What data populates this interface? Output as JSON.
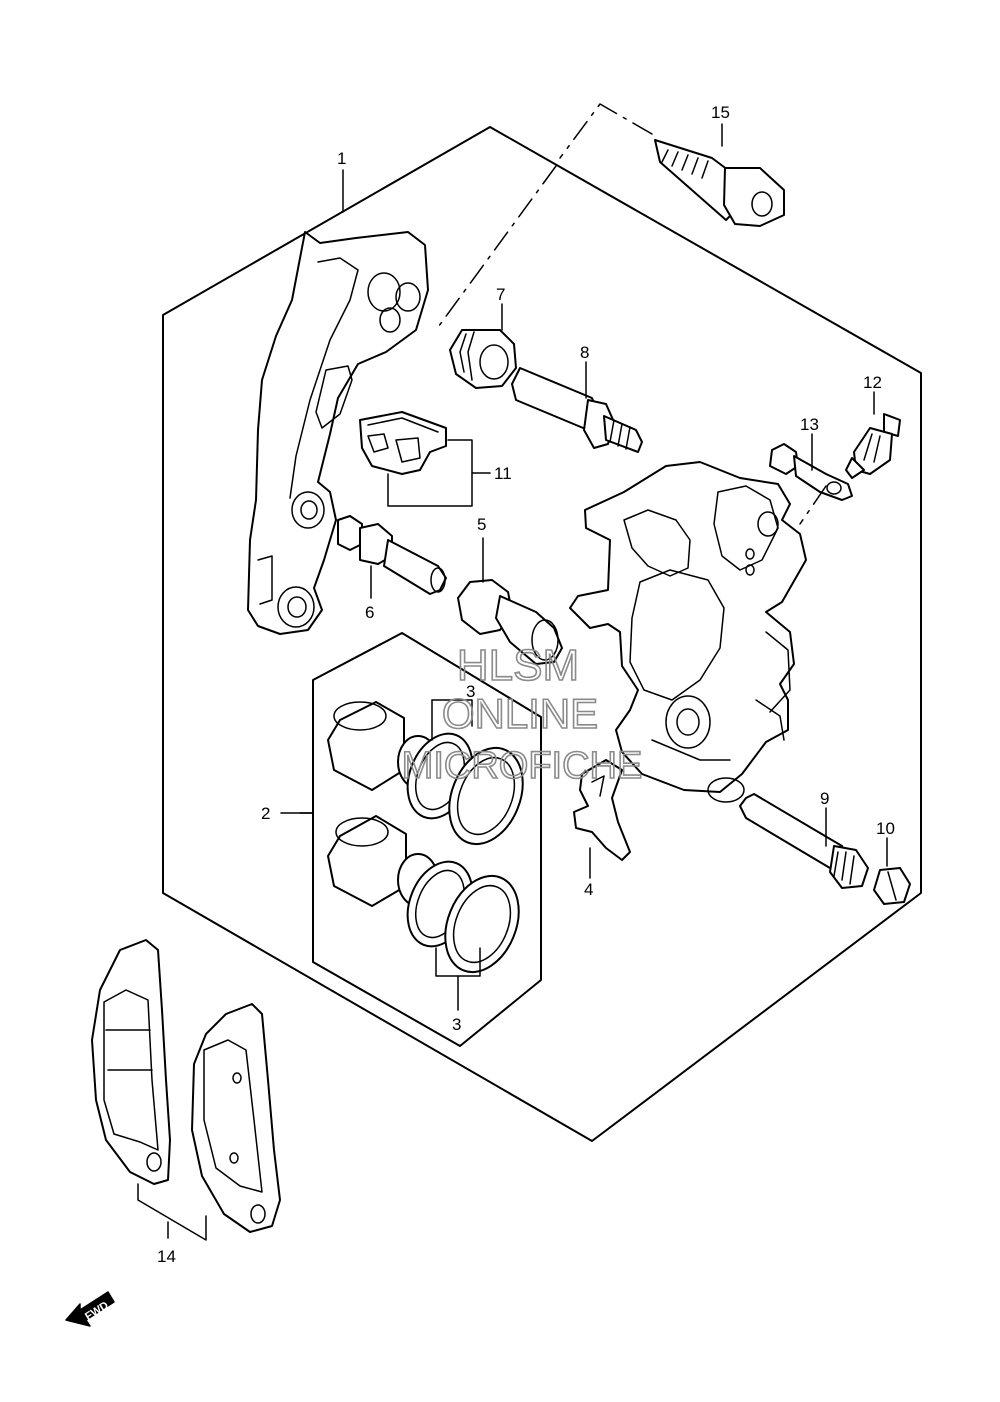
{
  "diagram": {
    "callouts": {
      "c1": "1",
      "c2": "2",
      "c3a": "3",
      "c3b": "3",
      "c4": "4",
      "c5": "5",
      "c6": "6",
      "c7": "7",
      "c8": "8",
      "c9": "9",
      "c10": "10",
      "c11": "11",
      "c12": "12",
      "c13": "13",
      "c14": "14",
      "c15": "15"
    },
    "direction_arrow": "FWD",
    "watermark": {
      "line1": "HLSM",
      "line2": "ONLINE",
      "line3": "MICROFICHE"
    }
  }
}
